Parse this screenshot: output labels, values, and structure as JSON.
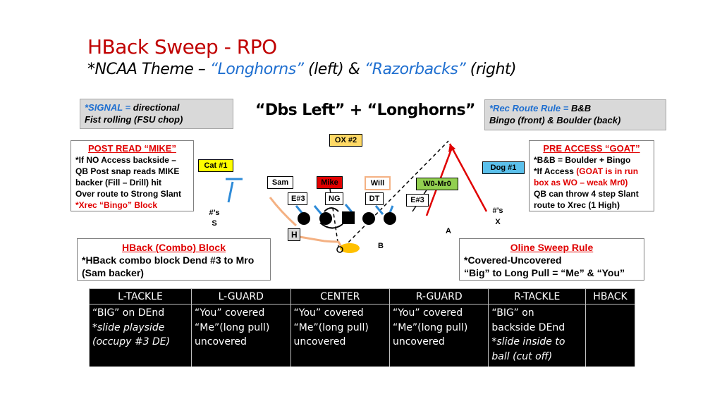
{
  "title": "HBack Sweep - RPO",
  "subtitle": {
    "prefix": "*NCAA Theme – ",
    "left_name": "“Longhorns”",
    "left_suffix": " (left) & ",
    "right_name": "“Razorbacks”",
    "right_suffix": " (right)"
  },
  "signal": {
    "label": "*SIGNAL = ",
    "value": "directional",
    "line2": "Fist rolling (FSU chop)"
  },
  "play_call": "“Dbs Left” + “Longhorns”",
  "rec_route": {
    "label": "*Rec Route Rule = ",
    "value": "B&B",
    "line2": "Bingo (front) & Boulder (back)"
  },
  "post_read": {
    "heading": "POST READ “MIKE”",
    "lines": [
      "*If NO Access backside –",
      "QB Post snap reads MIKE",
      "backer (Fill – Drill) hit",
      "Over route to Strong Slant"
    ],
    "red_line": "*Xrec “Bingo” Block"
  },
  "pre_access": {
    "heading": "PRE ACCESS “GOAT”",
    "line1": "*B&B = Boulder + Bingo",
    "line2_a": "*If Access ",
    "line2_b": "(GOAT is in run",
    "line3": "box as WO – weak Mr0)",
    "line4": "QB can throw 4 step Slant",
    "line5": "route to Xrec (1 High)"
  },
  "hback_block": {
    "heading": "HBack (Combo) Block",
    "line1": "*HBack combo block Dend #3 to Mro",
    "line2": "(Sam backer)"
  },
  "oline_rule": {
    "heading": "Oline Sweep Rule",
    "line1": "*Covered-Uncovered",
    "line2": "“Big” to Long Pull = “Me” & “You”"
  },
  "diagram": {
    "ox": "OX #2",
    "cat": "Cat #1",
    "dog": "Dog #1",
    "sam": "Sam",
    "mike": "Mike",
    "will": "Will",
    "wo": "W0-Mr0",
    "e3_left": "E#3",
    "ng": "NG",
    "dt": "DT",
    "e3_right": "E#3",
    "s_label_1": "#’s",
    "s_label_2": "S",
    "x_label_1": "#’s",
    "x_label_2": "X",
    "h": "H",
    "a": "A",
    "b": "B",
    "colors": {
      "ox": "#ffd966",
      "cat": "#ffff00",
      "dog": "#5bc0eb",
      "mike": "#e00000",
      "wo": "#92d050",
      "will_border": "#f4b183",
      "route_red": "#e00000",
      "route_blue": "#2e8bd8",
      "path_orange": "#f4b183"
    }
  },
  "table": {
    "headers": [
      "L-TACKLE",
      "L-GUARD",
      "CENTER",
      "R-GUARD",
      "R-TACKLE",
      "HBACK"
    ],
    "cols": [
      [
        {
          "t": "“BIG” on DEnd",
          "i": false
        },
        {
          "t": "*slide  playside",
          "i": true
        },
        {
          "t": "(occupy #3 DE)",
          "i": true
        }
      ],
      [
        {
          "t": "“You” covered",
          "i": false
        },
        {
          "t": "“Me”(long pull)",
          "i": false
        },
        {
          "t": "uncovered",
          "i": false
        }
      ],
      [
        {
          "t": "“You” covered",
          "i": false
        },
        {
          "t": "“Me”(long pull)",
          "i": false
        },
        {
          "t": "uncovered",
          "i": false
        }
      ],
      [
        {
          "t": "“You” covered",
          "i": false
        },
        {
          "t": "“Me”(long pull)",
          "i": false
        },
        {
          "t": "uncovered",
          "i": false
        }
      ],
      [
        {
          "t": "“BIG” on",
          "i": false
        },
        {
          "t": "backside DEnd",
          "i": false
        },
        {
          "t": "*slide inside to",
          "i": true
        },
        {
          "t": "ball (cut off)",
          "i": true
        }
      ],
      []
    ]
  }
}
